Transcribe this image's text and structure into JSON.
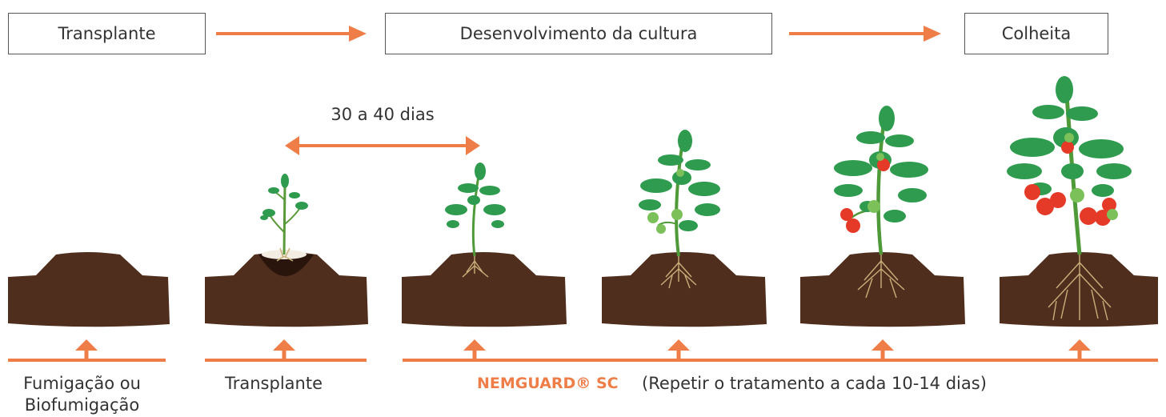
{
  "colors": {
    "accent": "#ef7d48",
    "soil": "#4f2e1e",
    "leaf": "#2f9b4e",
    "fruit": "#e53a28",
    "unripe": "#7cc05a",
    "root": "#c8b07a"
  },
  "stages": {
    "transplante": "Transplante",
    "desenvolvimento": "Desenvolvimento da cultura",
    "colheita": "Colheita"
  },
  "interval_label": "30 a 40 dias",
  "bottom": {
    "fumigacao_line1": "Fumigação ou",
    "fumigacao_line2": "Biofumigação",
    "transplante": "Transplante",
    "brand": "NEMGUARD® SC",
    "repeat_note": "(Repetir o tratamento a cada 10-14 dias)"
  },
  "icons": [
    "arrow-right-icon",
    "double-arrow-icon",
    "arrow-up-icon",
    "soil-mound-icon",
    "tomato-plant-icon"
  ]
}
